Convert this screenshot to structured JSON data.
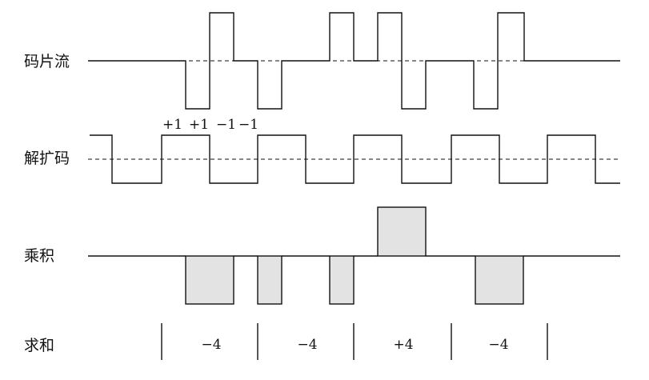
{
  "rows": {
    "chip_stream": "码片流",
    "despread_code": "解扩码",
    "product": "乘积",
    "sum": "求和"
  },
  "chip_values": [
    "+1",
    "+1",
    "−1",
    "−1"
  ],
  "sums": [
    "−4",
    "−4",
    "+4",
    "−4"
  ],
  "colors": {
    "line": "#111111",
    "fill": "#e3e3e3"
  }
}
